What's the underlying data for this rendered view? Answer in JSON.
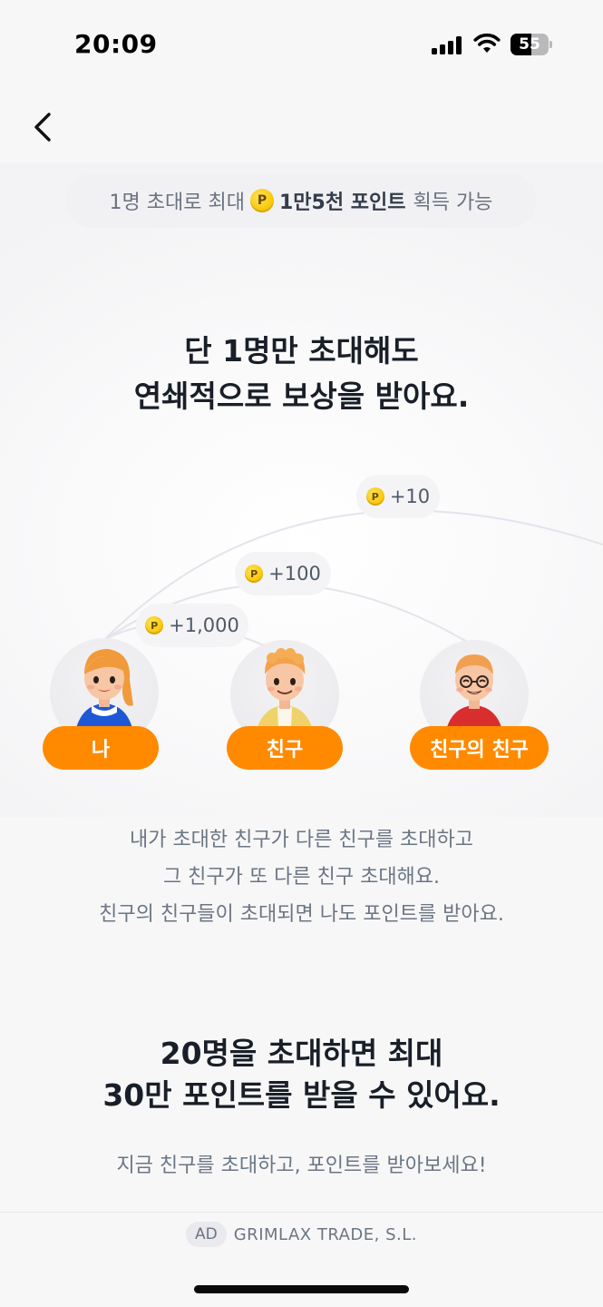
{
  "status_bar": {
    "time": "20:09",
    "battery_level": "55",
    "battery_fraction": 0.55
  },
  "nav": {
    "back_icon": "chevron-left-icon"
  },
  "top_banner": {
    "prefix": "1명 초대로 최대",
    "coin_symbol": "P",
    "amount": "1만5천 포인트",
    "suffix": "획득 가능"
  },
  "hero": {
    "title_line1": "단 1명만 초대해도",
    "title_line2": "연쇄적으로 보상을 받아요."
  },
  "rewards": [
    {
      "amount": "+10"
    },
    {
      "amount": "+100"
    },
    {
      "amount": "+1,000"
    }
  ],
  "people": [
    {
      "label": "나"
    },
    {
      "label": "친구"
    },
    {
      "label": "친구의 친구"
    }
  ],
  "description": {
    "line1": "내가 초대한 친구가 다른 친구를 초대하고",
    "line2": "그 친구가 또 다른 친구 초대해요.",
    "line3": "친구의 친구들이 초대되면 나도 포인트를 받아요."
  },
  "section2": {
    "title_line1": "20명을 초대하면 최대",
    "title_line2": "30만 포인트를 받을 수 있어요.",
    "subtitle": "지금 친구를 초대하고, 포인트를 받아보세요!"
  },
  "ad": {
    "badge": "AD",
    "advertiser": "GRIMLAX TRADE, S.L."
  },
  "colors": {
    "accent": "#ff8a00",
    "coin": "#f7c400",
    "background": "#f7f7f8"
  }
}
